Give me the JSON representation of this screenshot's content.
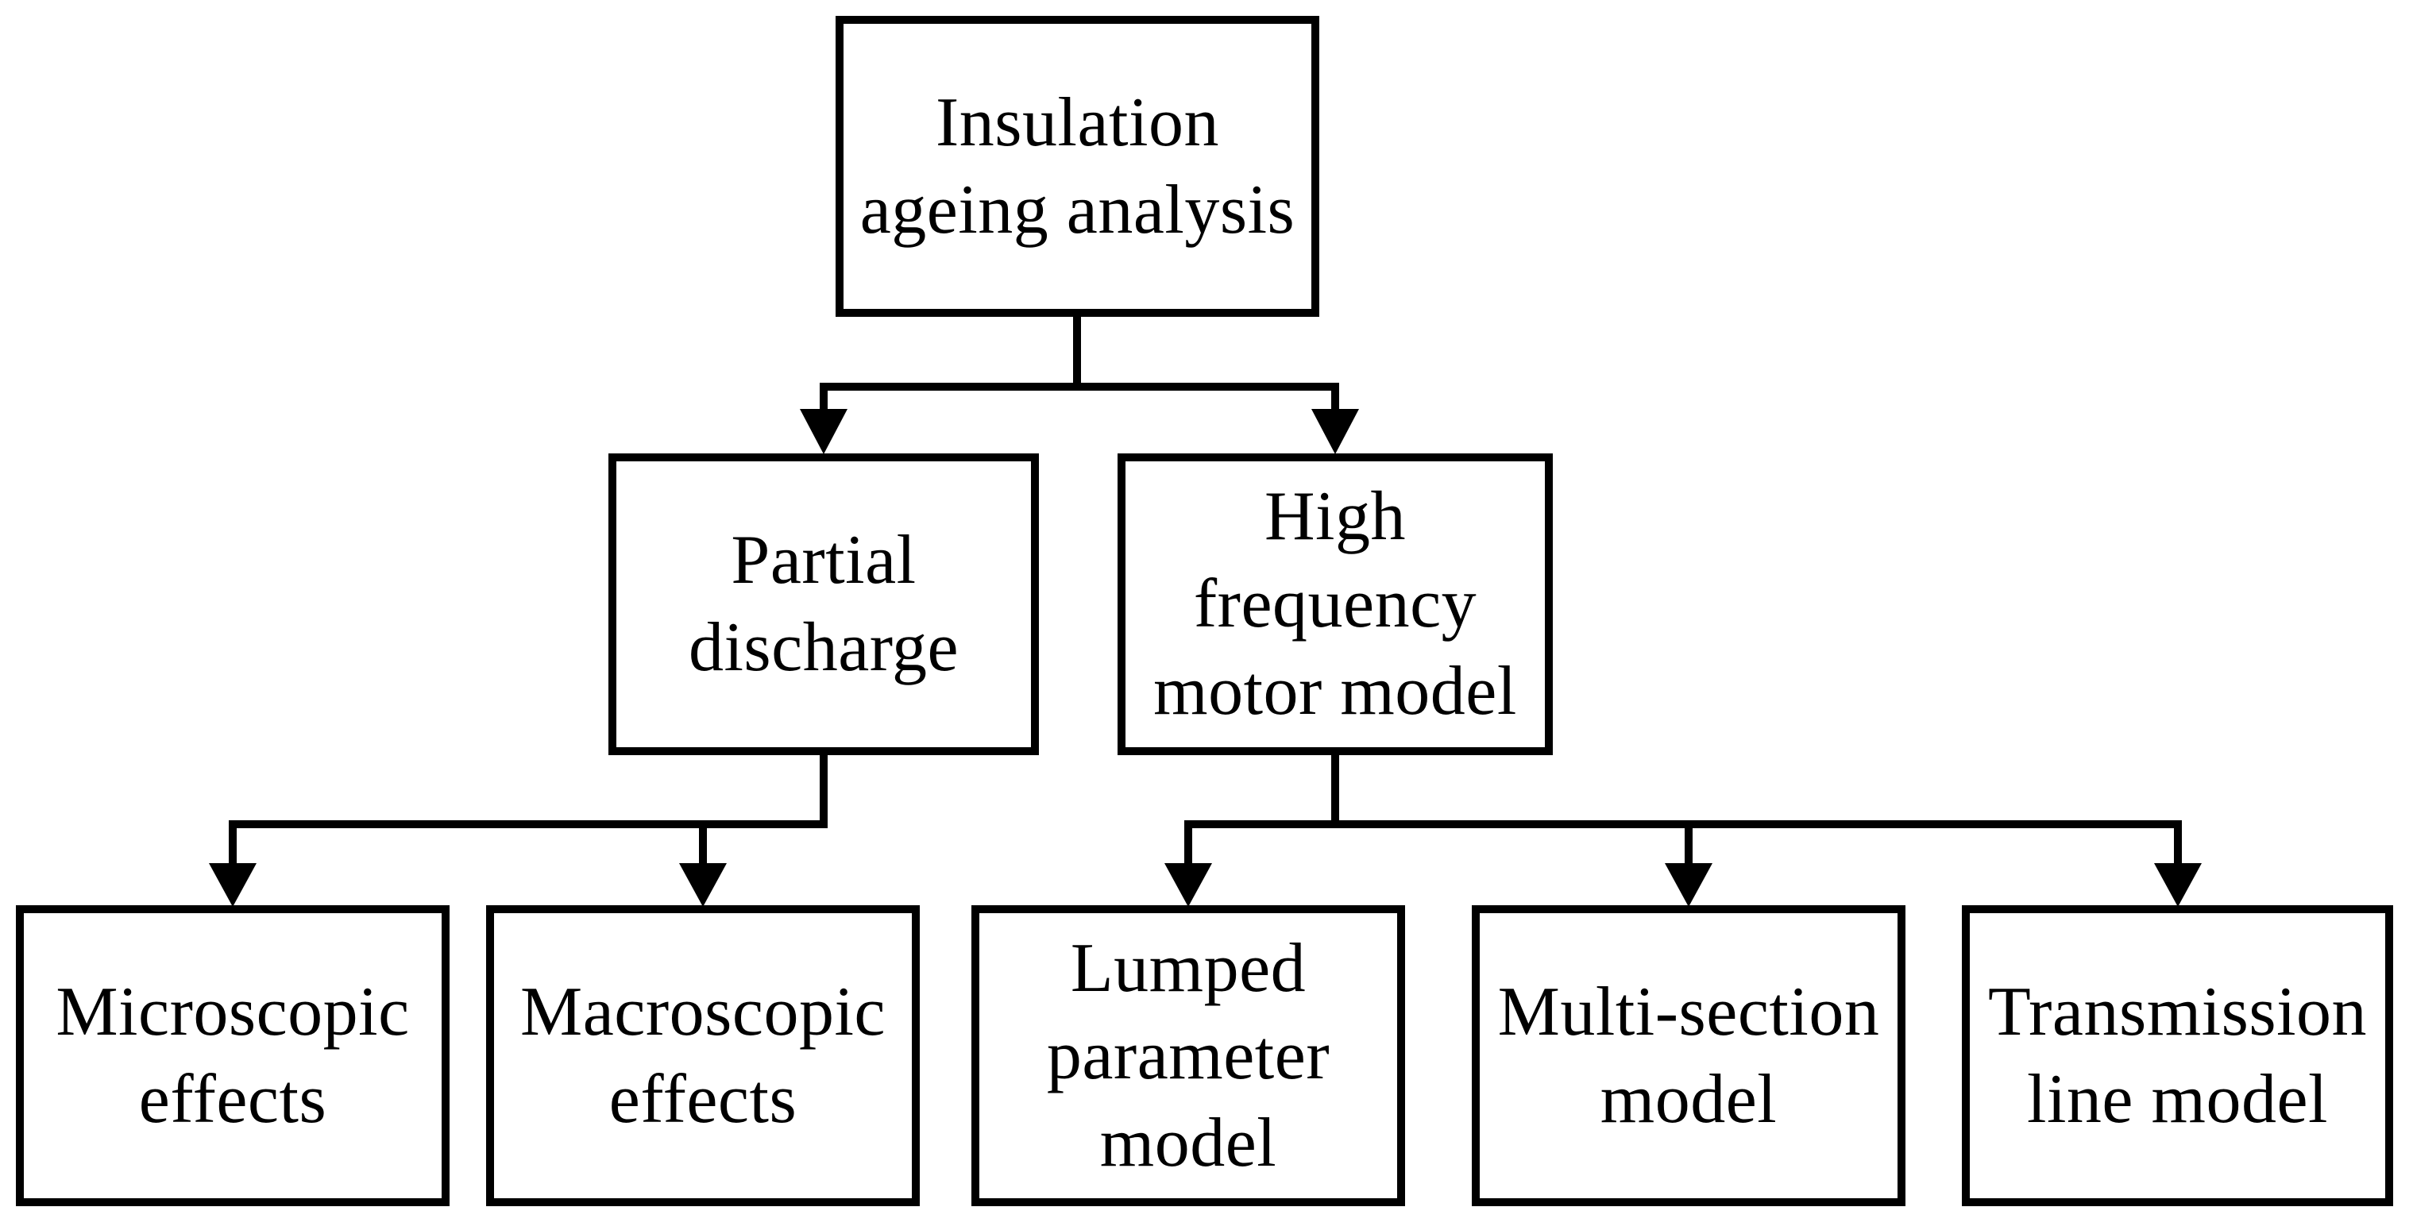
{
  "diagram": {
    "nodes": {
      "root": {
        "label": "Insulation\nageing analysis"
      },
      "partial": {
        "label": "Partial\ndischarge"
      },
      "hf": {
        "label": "High\nfrequency\nmotor model"
      },
      "micro": {
        "label": "Microscopic\neffects"
      },
      "macro": {
        "label": "Macroscopic\neffects"
      },
      "lumped": {
        "label": "Lumped\nparameter\nmodel"
      },
      "multi": {
        "label": "Multi-section\nmodel"
      },
      "trans": {
        "label": "Transmission\nline model"
      }
    },
    "edges": [
      {
        "from": "Insulation ageing analysis",
        "to": "Partial discharge"
      },
      {
        "from": "Insulation ageing analysis",
        "to": "High frequency motor model"
      },
      {
        "from": "Partial discharge",
        "to": "Microscopic effects"
      },
      {
        "from": "Partial discharge",
        "to": "Macroscopic effects"
      },
      {
        "from": "High frequency motor model",
        "to": "Lumped parameter model"
      },
      {
        "from": "High frequency motor model",
        "to": "Multi-section model"
      },
      {
        "from": "High frequency motor model",
        "to": "Transmission line model"
      }
    ],
    "colors": {
      "line": "#000000",
      "box_border": "#000000",
      "box_fill": "#ffffff",
      "background": "#ffffff",
      "text": "#000000"
    }
  }
}
